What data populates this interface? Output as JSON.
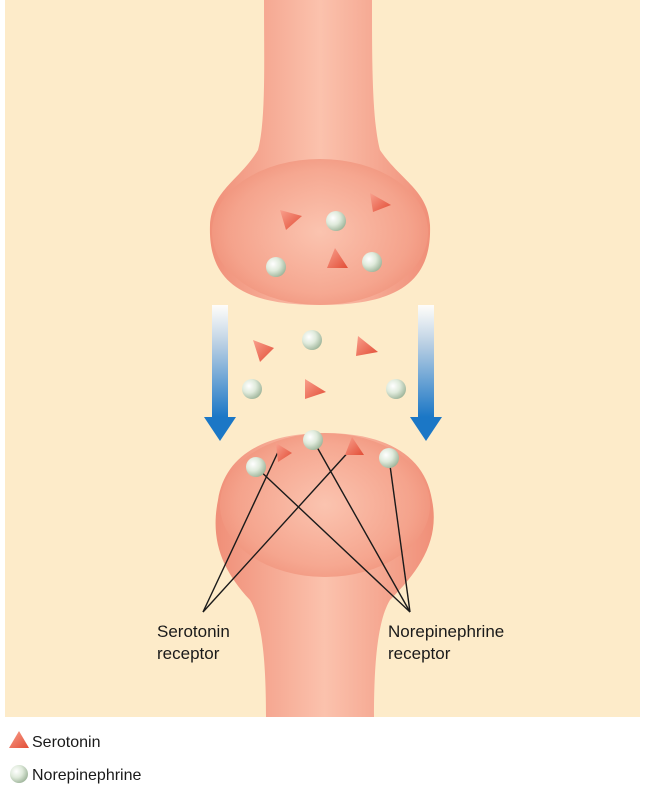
{
  "labels": {
    "serotonin_receptor_line1": "Serotonin",
    "serotonin_receptor_line2": "receptor",
    "norepinephrine_receptor_line1": "Norepinephrine",
    "norepinephrine_receptor_line2": "receptor"
  },
  "legend": {
    "serotonin": "Serotonin",
    "norepinephrine": "Norepinephrine"
  },
  "colors": {
    "background": "#fdebc9",
    "neuron": "#f4a088",
    "serotonin": "#e8604a",
    "norepinephrine": "#d7e6d3",
    "arrow": "#1b77c6"
  }
}
